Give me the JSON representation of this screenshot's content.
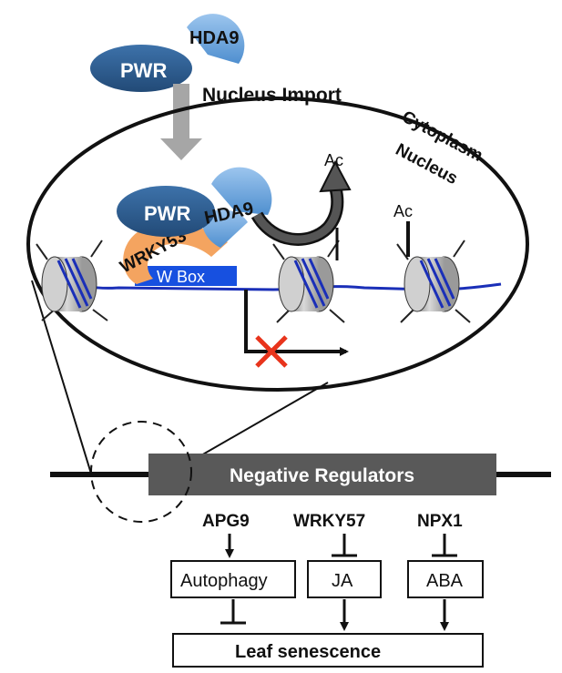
{
  "proteins": {
    "pwr": "PWR",
    "hda9": "HDA9",
    "wrky53": "WRKY53"
  },
  "arrows": {
    "import_label": "Nucleus Import"
  },
  "compartments": {
    "cytoplasm": "Cytoplasm",
    "nucleus": "Nucleus"
  },
  "chromatin": {
    "w_box": "W Box",
    "acetyl_released": "Ac",
    "acetyl_bound": "Ac"
  },
  "gene": {
    "label": "Negative Regulators"
  },
  "regulators": [
    "APG9",
    "WRKY57",
    "NPX1"
  ],
  "processes": [
    "Autophagy",
    "JA",
    "ABA"
  ],
  "outcome": "Leaf senescence",
  "colors": {
    "pwr": "#2f5f94",
    "hda9": "#6fa8dc",
    "wrky53": "#f4a460",
    "wbox": "#1750e0",
    "dna": "#1a2fb8",
    "gene_bar": "#595959",
    "import_arrow": "#a6a6a6",
    "block": "#e8341c"
  },
  "icons": [
    "nucleosome",
    "inhibition-cross",
    "import-arrow",
    "deacetylation-arrow"
  ]
}
